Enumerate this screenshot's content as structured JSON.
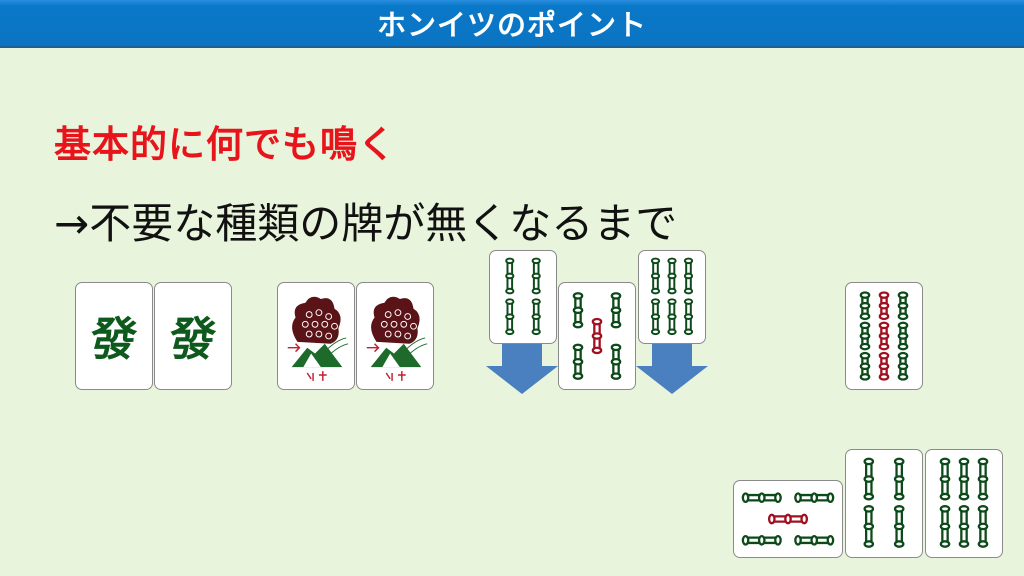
{
  "header": {
    "title": "ホンイツのポイント"
  },
  "main": {
    "heading": "基本的に何でも鳴く",
    "subheading": "→不要な種類の牌が無くなるまで"
  },
  "tiles": {
    "hatsu_char": "發",
    "list": [
      "hatsu",
      "hatsu",
      "1-sou",
      "1-sou",
      "4-sou",
      "5-sou",
      "6-sou",
      "9-sou",
      "5-sou-sideways",
      "4-sou",
      "6-sou"
    ]
  },
  "colors": {
    "bamboo_green": "#0d4a1a",
    "bamboo_red": "#a01020",
    "header_blue": "#0a78c8",
    "heading_red": "#e8141c",
    "arrow_blue": "#4a7fc0"
  }
}
